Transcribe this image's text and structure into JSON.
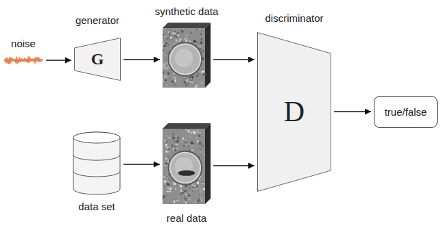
{
  "diagram": {
    "nodes": [
      {
        "text": [
          "noise"
        ]
      },
      {
        "text": [
          "generator",
          "G"
        ]
      },
      {
        "text": [
          "synthetic data"
        ]
      },
      {
        "text": [
          "discriminator",
          "D"
        ]
      },
      {
        "text": [
          "true/false"
        ]
      },
      {
        "text": [
          "data set"
        ]
      },
      {
        "text": [
          "real data"
        ]
      }
    ],
    "edges": [
      {
        "from": 0,
        "to": 1,
        "arrow": "to"
      },
      {
        "from": 1,
        "to": 2,
        "arrow": "to"
      },
      {
        "from": 2,
        "to": 3,
        "arrow": "to"
      },
      {
        "from": 3,
        "to": 4,
        "arrow": "to"
      },
      {
        "from": 5,
        "to": 6,
        "arrow": "to"
      },
      {
        "from": 6,
        "to": 3,
        "arrow": "to"
      }
    ]
  }
}
